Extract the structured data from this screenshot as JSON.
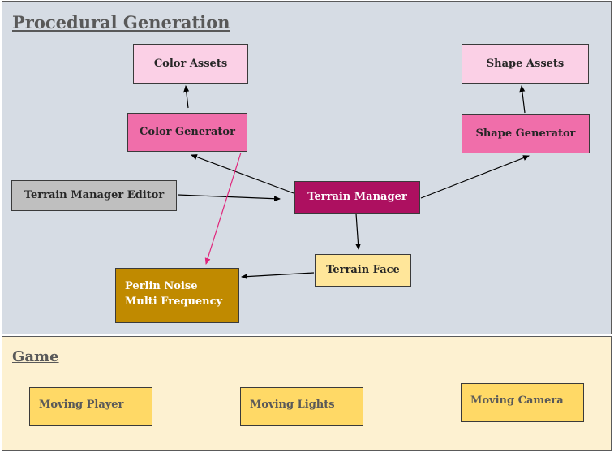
{
  "procedural": {
    "title": "Procedural Generation",
    "color_assets": "Color Assets",
    "shape_assets": "Shape Assets",
    "color_generator": "Color Generator",
    "shape_generator": "Shape Generator",
    "terrain_manager_editor": "Terrain Manager Editor",
    "terrain_manager": "Terrain Manager",
    "terrain_face": "Terrain Face",
    "perlin_line1": "Perlin Noise",
    "perlin_line2": "Multi Frequency"
  },
  "game": {
    "title": "Game",
    "moving_player": "Moving Player",
    "moving_lights": "Moving Lights",
    "moving_camera": "Moving Camera"
  },
  "colors": {
    "procedural_bg": "#d6dce4",
    "game_bg": "#fdf1d1",
    "assets": "#fbd0e6",
    "generator": "#f06eaa",
    "terrain_manager": "#ad1060",
    "editor": "#bfbfbf",
    "terrain_face": "#ffe69a",
    "perlin": "#c08a00",
    "game_box": "#ffd966",
    "highlight_arrow": "#e0247a"
  }
}
